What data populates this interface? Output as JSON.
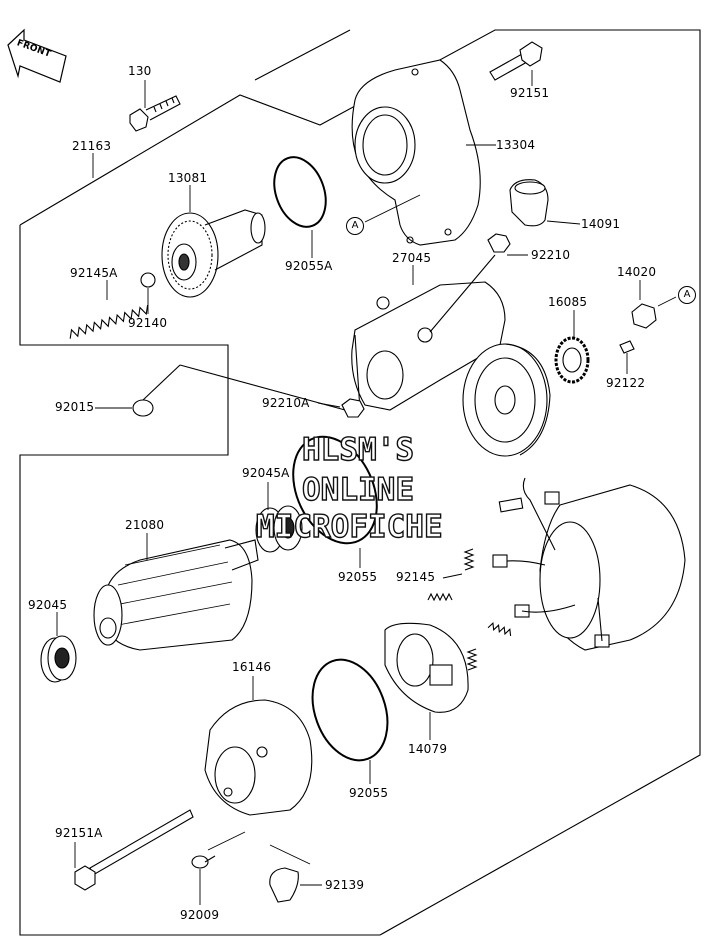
{
  "front_label": "FRONT",
  "ref_marker": "A",
  "watermark": [
    "HLSM'S",
    "ONLINE",
    "MICROFICHE"
  ],
  "parts": {
    "p130": "130",
    "p21163": "21163",
    "p13081": "13081",
    "p92145A": "92145A",
    "p92140": "92140",
    "p92055A": "92055A",
    "p92151": "92151",
    "p13304": "13304",
    "p14091": "14091",
    "p27045": "27045",
    "p92210": "92210",
    "p14020": "14020",
    "p16085": "16085",
    "p92122": "92122",
    "p92015": "92015",
    "p92210A": "92210A",
    "p92045A": "92045A",
    "p21080": "21080",
    "p92045": "92045",
    "p92055": "92055",
    "p92145": "92145",
    "p16146": "16146",
    "p14079": "14079",
    "p92055b": "92055",
    "p92151A": "92151A",
    "p92139": "92139",
    "p92009": "92009"
  }
}
